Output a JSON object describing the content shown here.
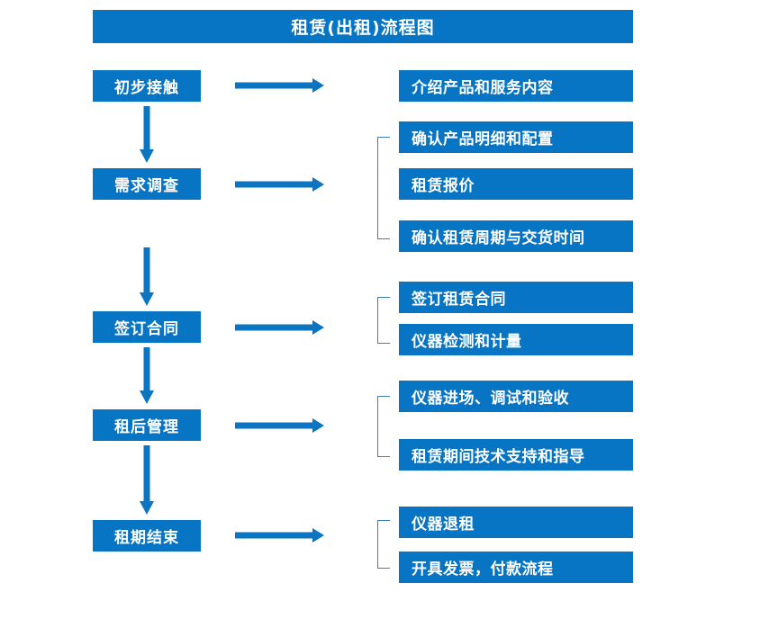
{
  "diagram": {
    "title": "租赁(出租)流程图",
    "colors": {
      "box_fill": "#0874c4",
      "box_text": "#ffffff",
      "arrow": "#0c75c2",
      "bracket": "#3d7fc0",
      "background": "#ffffff"
    },
    "stages": [
      {
        "label": "初步接触"
      },
      {
        "label": "需求调查"
      },
      {
        "label": "签订合同"
      },
      {
        "label": "租后管理"
      },
      {
        "label": "租期结束"
      }
    ],
    "detail_groups": [
      {
        "for_stage": "初步接触",
        "bracket": false,
        "items": [
          {
            "label": "介绍产品和服务内容"
          }
        ]
      },
      {
        "for_stage": "需求调查",
        "bracket": true,
        "items": [
          {
            "label": "确认产品明细和配置"
          },
          {
            "label": "租赁报价"
          },
          {
            "label": "确认租赁周期与交货时间"
          }
        ]
      },
      {
        "for_stage": "签订合同",
        "bracket": true,
        "items": [
          {
            "label": "签订租赁合同"
          },
          {
            "label": "仪器检测和计量"
          }
        ]
      },
      {
        "for_stage": "租后管理",
        "bracket": true,
        "items": [
          {
            "label": "仪器进场、调试和验收"
          },
          {
            "label": "租赁期间技术支持和指导"
          }
        ]
      },
      {
        "for_stage": "租期结束",
        "bracket": true,
        "items": [
          {
            "label": "仪器退租"
          },
          {
            "label": "开具发票，付款流程"
          }
        ]
      }
    ],
    "flow_arrows": {
      "vertical_count": 4,
      "horizontal_count": 5,
      "direction": "down-and-right"
    }
  }
}
